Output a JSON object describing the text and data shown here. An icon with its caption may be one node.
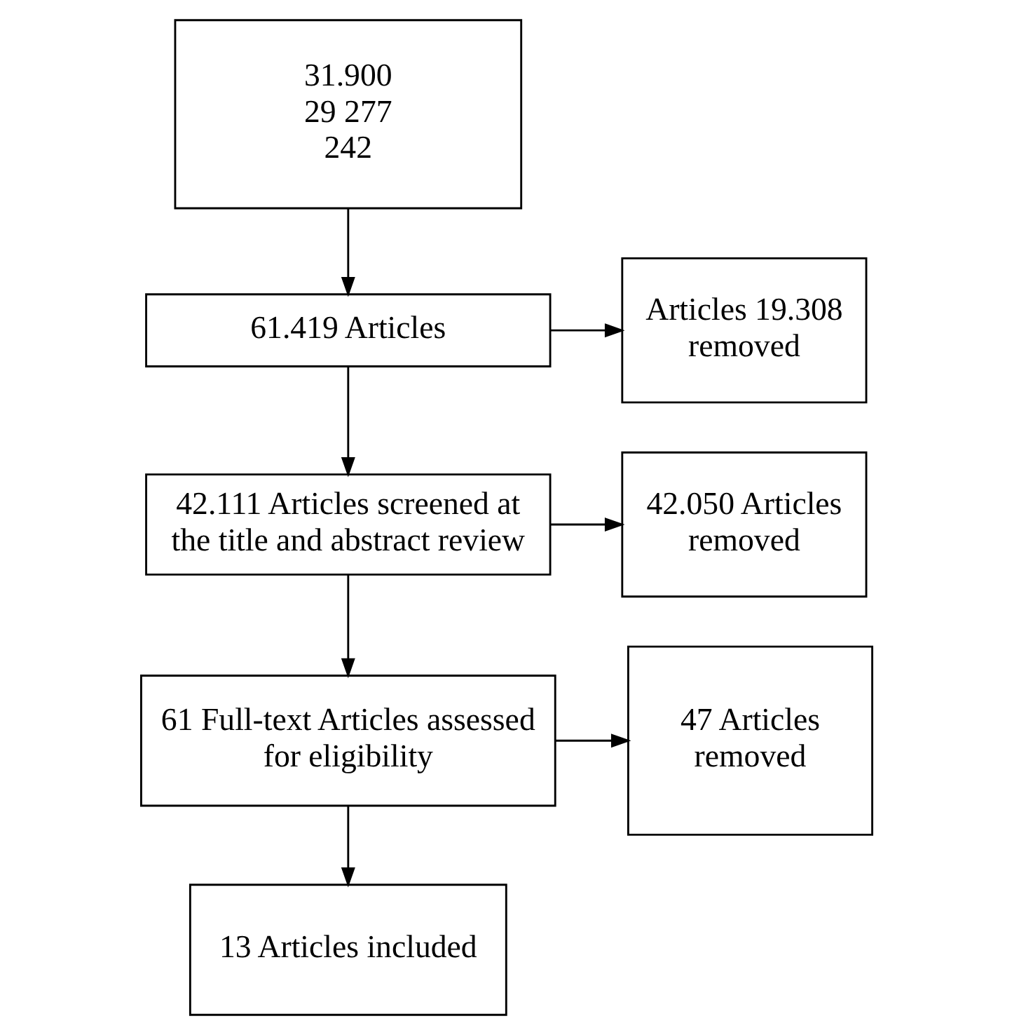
{
  "diagram": {
    "nodes": [
      {
        "text": [
          "31.900",
          "29 277",
          "242"
        ]
      },
      {
        "text": [
          "61.419 Articles"
        ]
      },
      {
        "text": [
          "Articles 19.308 removed"
        ]
      },
      {
        "text": [
          "42.111 Articles screened at the title and abstract review"
        ]
      },
      {
        "text": [
          "42.050 Articles removed"
        ]
      },
      {
        "text": [
          "61 Full-text Articles assessed for eligibility"
        ]
      },
      {
        "text": [
          "47 Articles removed"
        ]
      },
      {
        "text": [
          "13 Articles included"
        ]
      }
    ],
    "edges": [
      {
        "from": 0,
        "to": 1,
        "arrow": "to"
      },
      {
        "from": 1,
        "to": 2,
        "arrow": "to"
      },
      {
        "from": 1,
        "to": 3,
        "arrow": "to"
      },
      {
        "from": 3,
        "to": 4,
        "arrow": "to"
      },
      {
        "from": 3,
        "to": 5,
        "arrow": "to"
      },
      {
        "from": 5,
        "to": 6,
        "arrow": "to"
      },
      {
        "from": 5,
        "to": 7,
        "arrow": "to"
      }
    ]
  }
}
